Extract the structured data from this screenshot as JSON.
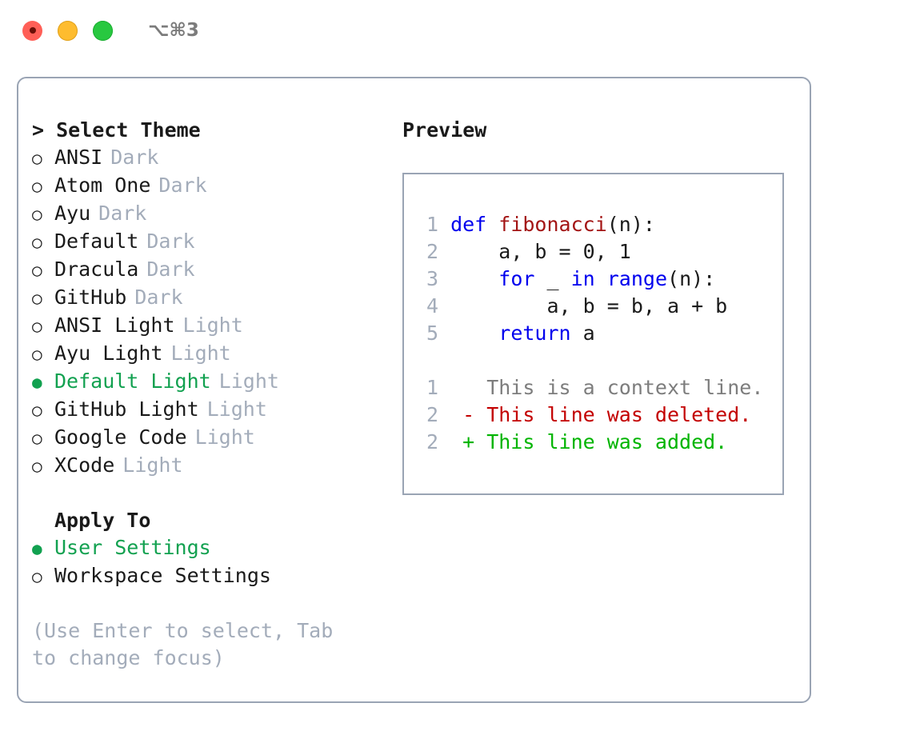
{
  "window": {
    "traffic_lights": [
      "close-red",
      "minimize-yellow",
      "maximize-green"
    ],
    "shortcut": "⌥⌘3"
  },
  "theme_picker": {
    "header": "> Select Theme",
    "options": [
      {
        "marker": "○",
        "label": "ANSI",
        "variant": "Dark",
        "selected": false
      },
      {
        "marker": "○",
        "label": "Atom One",
        "variant": "Dark",
        "selected": false
      },
      {
        "marker": "○",
        "label": "Ayu",
        "variant": "Dark",
        "selected": false
      },
      {
        "marker": "○",
        "label": "Default",
        "variant": "Dark",
        "selected": false
      },
      {
        "marker": "○",
        "label": "Dracula",
        "variant": "Dark",
        "selected": false
      },
      {
        "marker": "○",
        "label": "GitHub",
        "variant": "Dark",
        "selected": false
      },
      {
        "marker": "○",
        "label": "ANSI Light",
        "variant": "Light",
        "selected": false
      },
      {
        "marker": "○",
        "label": "Ayu Light",
        "variant": "Light",
        "selected": false
      },
      {
        "marker": "●",
        "label": "Default Light",
        "variant": "Light",
        "selected": true
      },
      {
        "marker": "○",
        "label": "GitHub Light",
        "variant": "Light",
        "selected": false
      },
      {
        "marker": "○",
        "label": "Google Code",
        "variant": "Light",
        "selected": false
      },
      {
        "marker": "○",
        "label": "XCode",
        "variant": "Light",
        "selected": false
      }
    ]
  },
  "apply_to": {
    "header": "Apply To",
    "options": [
      {
        "marker": "●",
        "label": "User Settings",
        "selected": true
      },
      {
        "marker": "○",
        "label": "Workspace Settings",
        "selected": false
      }
    ]
  },
  "hint": "(Use Enter to select, Tab to change focus)",
  "preview": {
    "title": "Preview",
    "code": [
      {
        "lineno": "1",
        "indent": "",
        "tokens": [
          {
            "t": "def",
            "c": "kw"
          },
          {
            "t": " ",
            "c": "txt"
          },
          {
            "t": "fibonacci",
            "c": "fn"
          },
          {
            "t": "(n):",
            "c": "txt"
          }
        ]
      },
      {
        "lineno": "2",
        "indent": "    ",
        "tokens": [
          {
            "t": "a, b = 0, 1",
            "c": "txt"
          }
        ]
      },
      {
        "lineno": "3",
        "indent": "    ",
        "tokens": [
          {
            "t": "for",
            "c": "kw"
          },
          {
            "t": " _ ",
            "c": "txt"
          },
          {
            "t": "in",
            "c": "kw"
          },
          {
            "t": " ",
            "c": "txt"
          },
          {
            "t": "range",
            "c": "kw"
          },
          {
            "t": "(n):",
            "c": "txt"
          }
        ]
      },
      {
        "lineno": "4",
        "indent": "        ",
        "tokens": [
          {
            "t": "a, b = b, a + b",
            "c": "txt"
          }
        ]
      },
      {
        "lineno": "5",
        "indent": "    ",
        "tokens": [
          {
            "t": "return",
            "c": "kw"
          },
          {
            "t": " a",
            "c": "txt"
          }
        ]
      }
    ],
    "diff": [
      {
        "lineno": "1",
        "sign": " ",
        "text": "This is a context line.",
        "kind": "ctx"
      },
      {
        "lineno": "2",
        "sign": "-",
        "text": "This line was deleted.",
        "kind": "del"
      },
      {
        "lineno": "2",
        "sign": "+",
        "text": "This line was added.",
        "kind": "add"
      }
    ]
  },
  "colors": {
    "accent_green": "#12a150",
    "muted": "#a3acba",
    "border": "#9aa4b4",
    "keyword_blue": "#0000ee",
    "function_red": "#a31515",
    "diff_del_red": "#c30000",
    "diff_add_green": "#00b400",
    "traffic_red": "#ff5f57",
    "traffic_yellow": "#febc2e",
    "traffic_green": "#28c840"
  }
}
